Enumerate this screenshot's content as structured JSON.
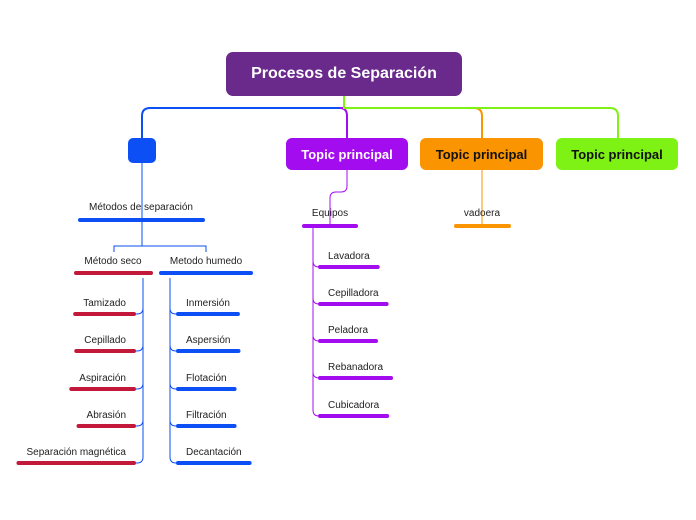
{
  "central": {
    "label": "Procesos de Separación",
    "color": "#6a2a8c"
  },
  "topics": [
    {
      "label": "",
      "color": "#0b4ff5"
    },
    {
      "label": "Topic principal",
      "color": "#a40cf0"
    },
    {
      "label": "Topic principal",
      "color": "#fa9400"
    },
    {
      "label": "Topic principal",
      "color": "#7ef214"
    }
  ],
  "branch_separacion": {
    "label": "Métodos de separación",
    "color": "#0b4ff5",
    "seco": {
      "label": "Método seco",
      "color": "#c2183a",
      "items": [
        "Tamizado",
        "Cepillado",
        "Aspiración",
        "Abrasión",
        "Separación magnética"
      ]
    },
    "humedo": {
      "label": "Metodo humedo",
      "color": "#0b4ff5",
      "items": [
        "Inmersión",
        "Aspersión",
        "Flotación",
        "Filtración",
        "Decantación"
      ]
    }
  },
  "branch_equipos": {
    "label": "Equipos",
    "color": "#a40cf0",
    "items": [
      "Lavadora",
      "Cepilladora",
      "Peladora",
      "Rebanadora",
      "Cubicadora"
    ]
  },
  "branch_orange": {
    "label": "vadoera",
    "color": "#fa9400"
  }
}
